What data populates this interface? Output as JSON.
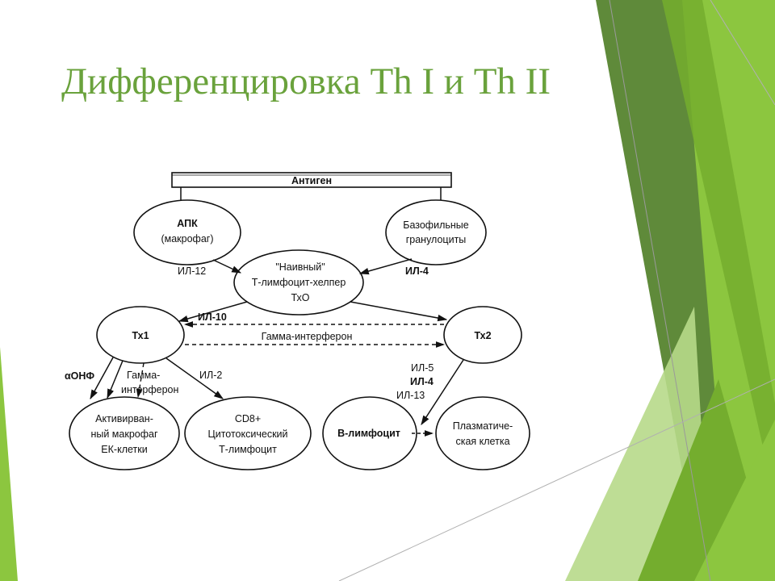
{
  "slide": {
    "title": "Дифференцировка Th I и Th II",
    "colors": {
      "title": "#6aa23c",
      "green_dark": "#5f8a3a",
      "green_mid": "#74ad2e",
      "green_light": "#8cc63f",
      "green_pale": "#b7d98a"
    }
  },
  "diagram": {
    "antigen": "Антиген",
    "nodes": {
      "apc": [
        "АПК",
        "(макрофаг)"
      ],
      "basophils": [
        "Базофильные",
        "гранулоциты"
      ],
      "naive": [
        "\"Наивный\"",
        "Т-лимфоцит-хелпер",
        "ТхО"
      ],
      "th1": [
        "Тх1"
      ],
      "th2": [
        "Тх2"
      ],
      "macrophage": [
        "Активирван-",
        "ный макрофаг",
        "ЕК-клетки"
      ],
      "cd8": [
        "CD8+",
        "Цитотоксический",
        "Т-лимфоцит"
      ],
      "bcell": [
        "В-лимфоцит"
      ],
      "plasma": [
        "Плазматиче-",
        "ская клетка"
      ]
    },
    "labels": {
      "il12": "ИЛ-12",
      "il4": "ИЛ-4",
      "il10": "ИЛ-10",
      "gamma_ifn": "Гамма-интерферон",
      "tnf": "αОНФ",
      "gamma_split": [
        "Гамма-",
        "интерферон"
      ],
      "il2": "ИЛ-2",
      "il5": "ИЛ-5",
      "il4_b": "ИЛ-4",
      "il13": "ИЛ-13"
    }
  }
}
